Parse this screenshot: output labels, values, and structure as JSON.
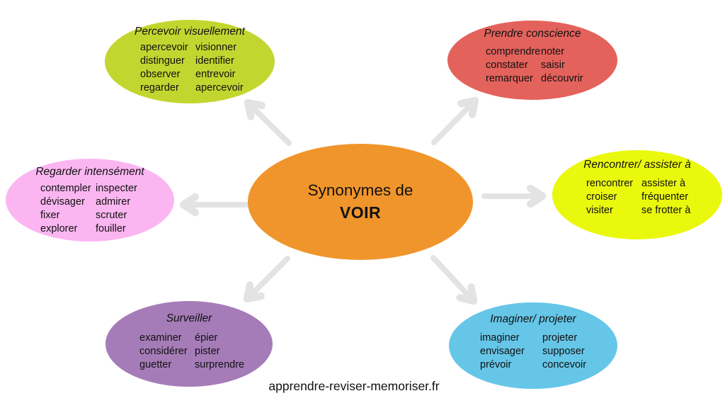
{
  "center": {
    "line1": "Synonymes de",
    "line2": "VOIR",
    "color": "#f0952b"
  },
  "footer": "apprendre-reviser-memoriser.fr",
  "arrow_color": "#e3e3e3",
  "bubbles": [
    {
      "title": "Percevoir visuellement",
      "color": "#c3d630",
      "col1": [
        "apercevoir",
        "distinguer",
        "observer",
        "regarder"
      ],
      "col2": [
        "visionner",
        "identifier",
        "entrevoir",
        "apercevoir"
      ]
    },
    {
      "title": "Prendre conscience",
      "color": "#e4625c",
      "col1": [
        "comprendre",
        "constater",
        "remarquer"
      ],
      "col2": [
        "noter",
        "saisir",
        "découvrir"
      ]
    },
    {
      "title": "Regarder intensément",
      "color": "#fbb6f1",
      "col1": [
        "contempler",
        "dévisager",
        "fixer",
        "explorer"
      ],
      "col2": [
        "inspecter",
        "admirer",
        "scruter",
        "fouiller"
      ]
    },
    {
      "title": "Rencontrer/ assister à",
      "color": "#eaf80d",
      "col1": [
        "rencontrer",
        "croiser",
        "visiter"
      ],
      "col2": [
        "assister à",
        "fréquenter",
        "se frotter à"
      ]
    },
    {
      "title": "Surveiller",
      "color": "#a57cb8",
      "col1": [
        "examiner",
        "considérer",
        "guetter"
      ],
      "col2": [
        "épier",
        "pister",
        "surprendre"
      ]
    },
    {
      "title": "Imaginer/ projeter",
      "color": "#66c6e8",
      "col1": [
        "imaginer",
        "envisager",
        "prévoir"
      ],
      "col2": [
        "projeter",
        "supposer",
        "concevoir"
      ]
    }
  ]
}
